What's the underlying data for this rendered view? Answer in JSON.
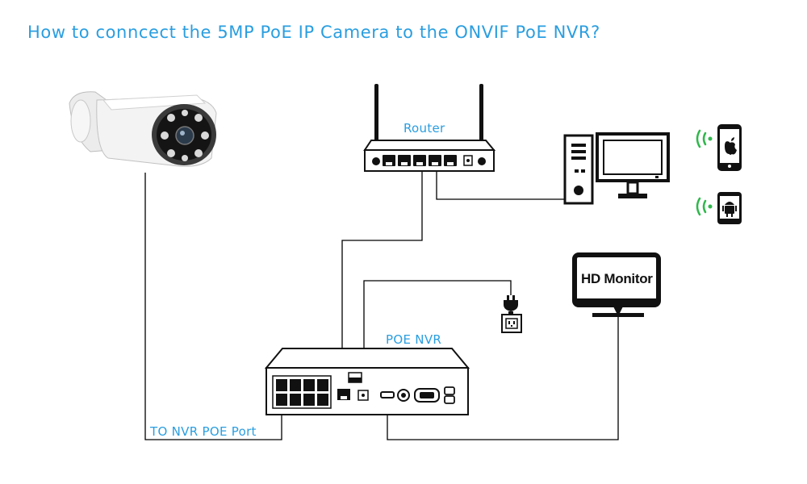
{
  "title": "How to conncect the 5MP PoE IP Camera to the ONVIF PoE NVR?",
  "labels": {
    "router": "Router",
    "poe_nvr": "POE NVR",
    "nvr_port": "TO NVR POE Port",
    "monitor": "HD Monitor"
  },
  "colors": {
    "accent": "#2a9ee0",
    "wifi": "#2eb84b",
    "line": "#000000"
  },
  "icons": [
    "camera-icon",
    "router-icon",
    "computer-icon",
    "apple-phone-icon",
    "android-phone-icon",
    "power-plug-icon",
    "hd-monitor-icon",
    "nvr-icon"
  ]
}
